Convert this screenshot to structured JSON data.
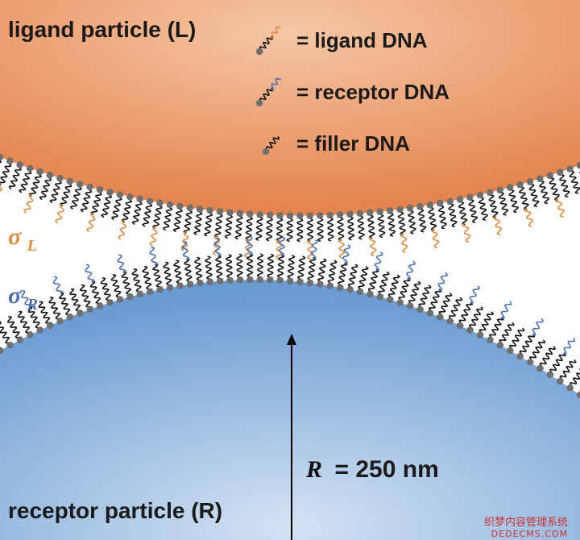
{
  "labels": {
    "ligand_particle": "ligand particle (L)",
    "receptor_particle": "receptor particle (R)",
    "radius_symbol": "R",
    "radius_value": "= 250 nm",
    "sigma_L_symbol": "σ",
    "sigma_L_sub": "L",
    "sigma_R_symbol": "σ",
    "sigma_R_sub": "R"
  },
  "legend": [
    {
      "text": "= ligand DNA",
      "icon": "ligand-dna-icon"
    },
    {
      "text": "= receptor DNA",
      "icon": "receptor-dna-icon"
    },
    {
      "text": "= filler DNA",
      "icon": "filler-dna-icon"
    }
  ],
  "watermark": {
    "line1": "织梦内容管理系统",
    "line2": "DEDECMS.COM"
  },
  "colors": {
    "ligand": "#e08a3c",
    "receptor": "#4a6fb3",
    "filler": "#111111",
    "anchor": "#707070",
    "ligand_particle_fill_top": "#f0ae82",
    "ligand_particle_fill_bottom": "#e58d5a",
    "receptor_particle_fill_top": "#6f9fd6",
    "receptor_particle_fill_bottom": "#c4d8ef"
  }
}
